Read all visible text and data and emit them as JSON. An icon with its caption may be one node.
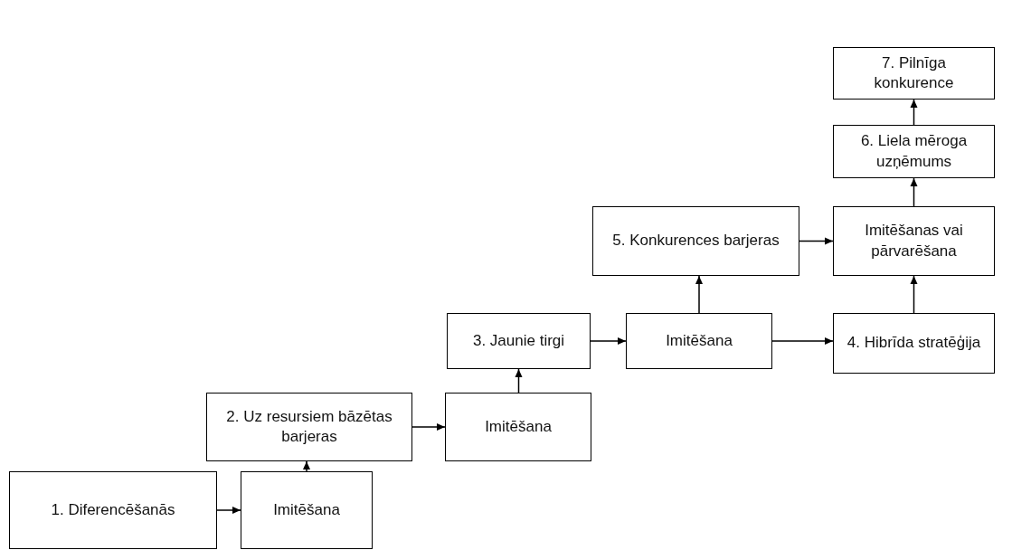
{
  "diagram": {
    "nodes": [
      {
        "text": [
          "1. Diferencēšanās"
        ]
      },
      {
        "text": [
          "Imitēšana"
        ]
      },
      {
        "text": [
          "2. Uz resursiem bāzētas barjeras"
        ]
      },
      {
        "text": [
          "Imitēšana"
        ]
      },
      {
        "text": [
          "3. Jaunie tirgi"
        ]
      },
      {
        "text": [
          "Imitēšana"
        ]
      },
      {
        "text": [
          "5. Konkurences barjeras"
        ]
      },
      {
        "text": [
          "Imitēšanas vai pārvarēšana"
        ]
      },
      {
        "text": [
          "4. Hibrīda stratēģija"
        ]
      },
      {
        "text": [
          "6. Liela mēroga uzņēmums"
        ]
      },
      {
        "text": [
          "7. Pilnīga konkurence"
        ]
      }
    ],
    "edges": [
      {
        "from": 0,
        "to": 1,
        "arrow": "to"
      },
      {
        "from": 1,
        "to": 2,
        "arrow": "to"
      },
      {
        "from": 2,
        "to": 3,
        "arrow": "to"
      },
      {
        "from": 3,
        "to": 4,
        "arrow": "to"
      },
      {
        "from": 4,
        "to": 5,
        "arrow": "to"
      },
      {
        "from": 5,
        "to": 8,
        "arrow": "to"
      },
      {
        "from": 5,
        "to": 6,
        "arrow": "to"
      },
      {
        "from": 6,
        "to": 7,
        "arrow": "to"
      },
      {
        "from": 8,
        "to": 7,
        "arrow": "to"
      },
      {
        "from": 7,
        "to": 9,
        "arrow": "to"
      },
      {
        "from": 9,
        "to": 10,
        "arrow": "to"
      }
    ]
  }
}
